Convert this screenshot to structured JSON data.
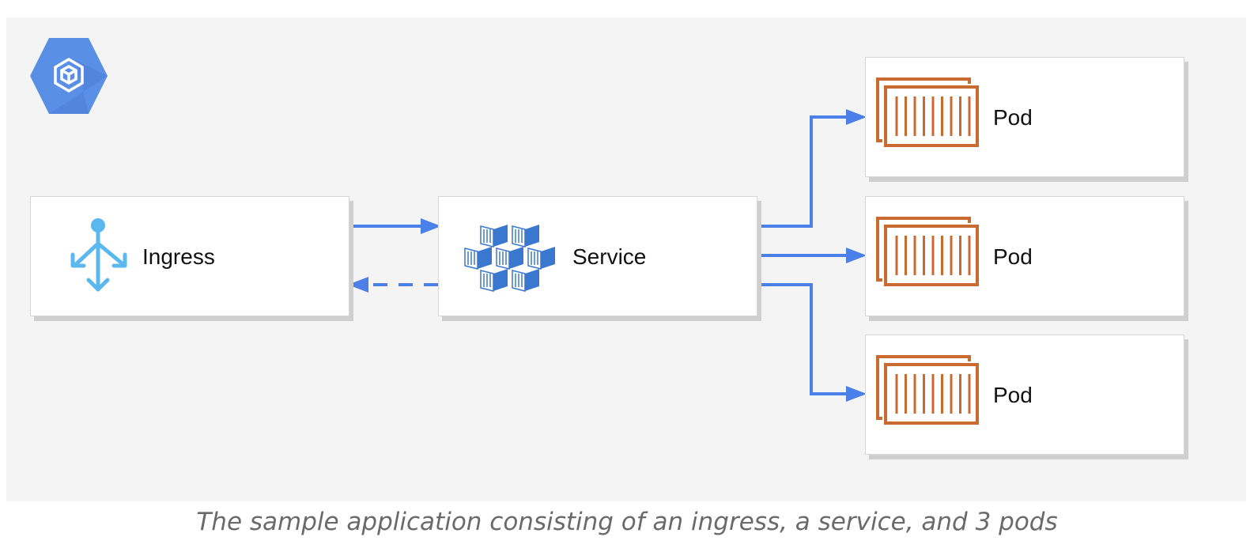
{
  "diagram": {
    "nodes": {
      "ingress": {
        "label": "Ingress",
        "icon": "ingress-icon"
      },
      "service": {
        "label": "Service",
        "icon": "kubernetes-service-icon"
      },
      "pods": [
        {
          "label": "Pod",
          "icon": "container-icon"
        },
        {
          "label": "Pod",
          "icon": "container-icon"
        },
        {
          "label": "Pod",
          "icon": "container-icon"
        }
      ]
    },
    "edges": [
      {
        "from": "ingress",
        "to": "service",
        "style": "solid"
      },
      {
        "from": "service",
        "to": "ingress",
        "style": "dashed"
      },
      {
        "from": "service",
        "to": "pod-1",
        "style": "solid"
      },
      {
        "from": "service",
        "to": "pod-2",
        "style": "solid"
      },
      {
        "from": "service",
        "to": "pod-3",
        "style": "solid"
      }
    ],
    "platform_icon": "google-kubernetes-engine-icon"
  },
  "caption": "The sample application consisting of an ingress, a service, and 3 pods",
  "colors": {
    "background": "#f4f4f5",
    "arrow": "#4a80e8",
    "ingress_icon": "#5bb8ee",
    "service_icon": "#3a78d0",
    "pod_icon": "#c96a30",
    "gke_badge": "#5a8fe6"
  }
}
